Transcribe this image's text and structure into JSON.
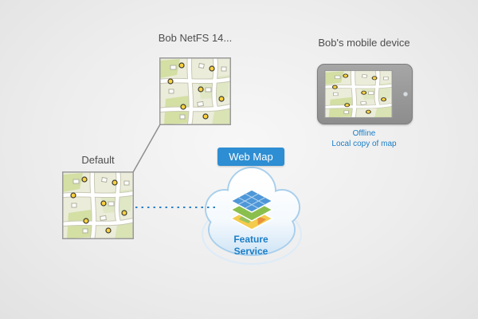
{
  "nodes": {
    "bob_netfs": {
      "label": "Bob NetFS 14..."
    },
    "default_version": {
      "label": "Default"
    },
    "mobile_device": {
      "label": "Bob's mobile device",
      "status_line1": "Offline",
      "status_line2": "Local copy of map"
    },
    "cloud": {
      "banner": "Web Map",
      "service_label": "Feature Service"
    }
  },
  "icons": {
    "map_tile": "map-tile",
    "camera": "camera-dot",
    "layers": "layered-map-stack"
  },
  "colors": {
    "accent_blue": "#1b7ec6",
    "banner_blue": "#2d8ed3",
    "cloud_outline": "#a9cfec",
    "connector_gray": "#8f8f8f",
    "background_gray": "#ececec",
    "marker_yellow": "#ffd23f"
  }
}
